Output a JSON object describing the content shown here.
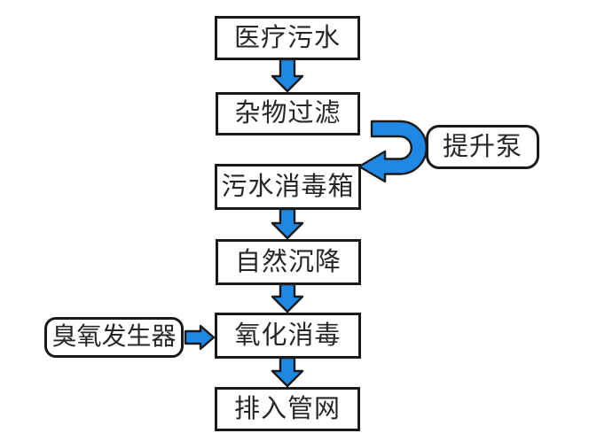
{
  "diagram": {
    "type": "flowchart",
    "direction": "top-down",
    "colors": {
      "arrow_fill": "#1f87e4",
      "outline": "#1a1a1a",
      "box_background": "#ffffff",
      "text": "#262626",
      "page_background": "#ffffff"
    },
    "main_flow": [
      {
        "label": "医疗污水",
        "shape": "rect"
      },
      {
        "label": "杂物过滤",
        "shape": "rect"
      },
      {
        "label": "污水消毒箱",
        "shape": "rect"
      },
      {
        "label": "自然沉降",
        "shape": "rect"
      },
      {
        "label": "氧化消毒",
        "shape": "rect"
      },
      {
        "label": "排入管网",
        "shape": "rect"
      }
    ],
    "side_nodes": {
      "lift_pump": {
        "label": "提升泵",
        "shape": "rounded-rect",
        "position": "right",
        "attached_between": [
          "杂物过滤",
          "污水消毒箱"
        ]
      },
      "ozone_generator": {
        "label": "臭氧发生器",
        "shape": "rounded-rect",
        "position": "left",
        "feeds_into": "氧化消毒"
      }
    },
    "edges": [
      {
        "from": "医疗污水",
        "to": "杂物过滤",
        "style": "block-arrow-down"
      },
      {
        "from": "杂物过滤",
        "to": "污水消毒箱",
        "style": "u-turn-arrow-via-lift-pump"
      },
      {
        "from": "污水消毒箱",
        "to": "自然沉降",
        "style": "block-arrow-down"
      },
      {
        "from": "自然沉降",
        "to": "氧化消毒",
        "style": "block-arrow-down"
      },
      {
        "from": "臭氧发生器",
        "to": "氧化消毒",
        "style": "block-arrow-right"
      },
      {
        "from": "氧化消毒",
        "to": "排入管网",
        "style": "block-arrow-down"
      }
    ]
  }
}
